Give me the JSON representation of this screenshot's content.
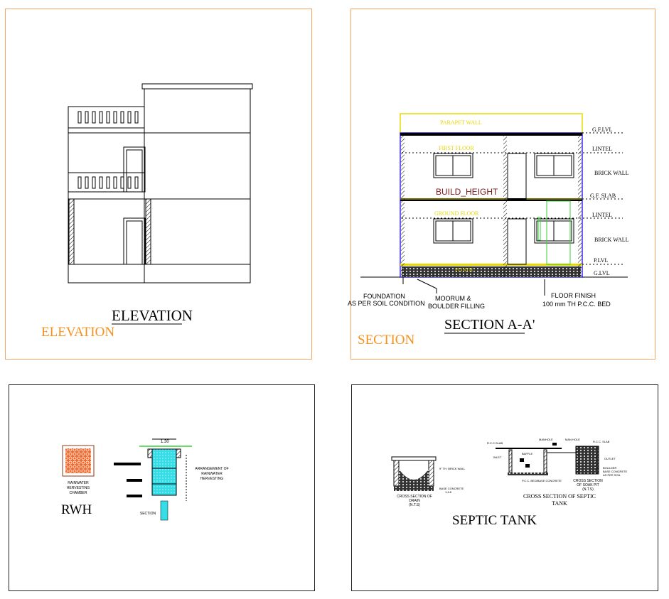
{
  "colors": {
    "frame_orange": "#f4a460",
    "label_orange": "#f5921e",
    "yellow": "#e6d800",
    "blue": "#3a2cf0",
    "green": "#37d23a",
    "build_height": "#7a1a1a",
    "water": "#35dde6"
  },
  "elevation": {
    "title": "ELEVATION",
    "label": "ELEVATION"
  },
  "section": {
    "title": "SECTION A-A'",
    "label": "SECTION",
    "build_height": "BUILD_HEIGHT",
    "parapet": "PARAPET WALL",
    "first_floor": "FIRST FLOOR",
    "ground_floor": "GROUND FLOOR",
    "plinth": "PLINTH",
    "levels": [
      "G.F.LVL",
      "LINTEL",
      "BRICK WALL",
      "G.F. SLAB",
      "LINTEL",
      "BRICK WALL",
      "P.LVL",
      "G.LVL"
    ],
    "foundation": [
      "FOUNDATION",
      "AS PER SOIL CONDITION"
    ],
    "moorum": [
      "MOORUM &",
      "BOULDER FILLING"
    ],
    "floor_finish": [
      "FLOOR FINISH",
      "100 mm TH P.C.C. BED"
    ]
  },
  "rwh": {
    "title": "RWH",
    "chamber": [
      "RAINWATER",
      "HERVESTING",
      "CHAMBER"
    ],
    "dimension": "1.30",
    "arrangement": [
      "ARRANGEMENT OF",
      "RAINWATER",
      "HERVESTING"
    ],
    "section": "SECTION"
  },
  "septic": {
    "title": "SEPTIC TANK",
    "drain": [
      "CROSS SECTION OF",
      "DRAIN",
      "(N.T.S)"
    ],
    "brick_wall": "9\" TH. BRICK WALL",
    "base_concrete": [
      "BASE CONCRETE",
      "1:4:8"
    ],
    "rcc_slab": "R.C.C.SLAB",
    "manhole": "MANHOLE",
    "inlet": "INLET",
    "baffle": "BAFFLE",
    "pcc": "P.C.C. BED/BASE CONCRETE",
    "tank_title": [
      "CROSS SECTION OF SEPTIC",
      "TANK"
    ],
    "soak_manhole": "MAN HOLE",
    "soak_rcc": "R.C.C. SLAB",
    "outlet": "OUTLET",
    "boulder": [
      "BOULDER",
      "BASE CONCRETE",
      "AS PER SOIL"
    ],
    "soak_title": [
      "CROSS SECTION",
      "OF SOAK PIT",
      "(N.T.S)"
    ]
  }
}
